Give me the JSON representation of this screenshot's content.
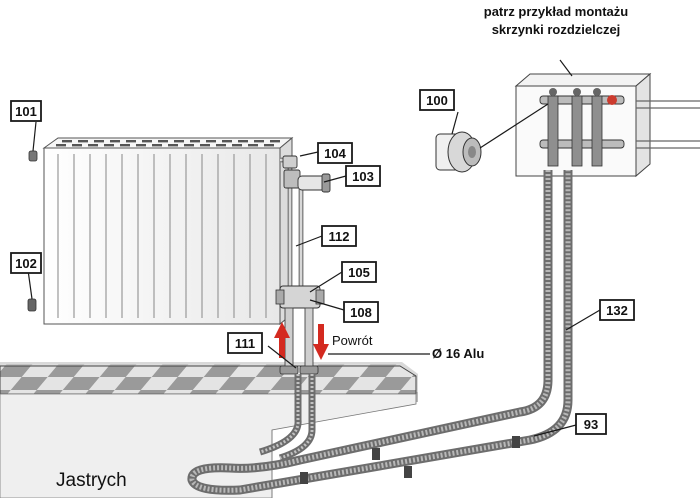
{
  "header": {
    "line1": "patrz przykład montażu",
    "line2": "skrzynki rozdzielczej"
  },
  "callouts": {
    "c100": "100",
    "c101": "101",
    "c102": "102",
    "c103": "103",
    "c104": "104",
    "c105": "105",
    "c108": "108",
    "c111": "111",
    "c112": "112",
    "c132": "132",
    "c93": "93"
  },
  "labels": {
    "return": "Powrót",
    "pipe_size": "Ø 16 Alu",
    "screed": "Jastrych"
  },
  "colors": {
    "flow_arrow": "#d42a20",
    "pipe": "#7a7a7a",
    "radiator": "#f4f4f4",
    "tile_dark": "#9c9c9c",
    "tile_light": "#e6e6e6"
  }
}
